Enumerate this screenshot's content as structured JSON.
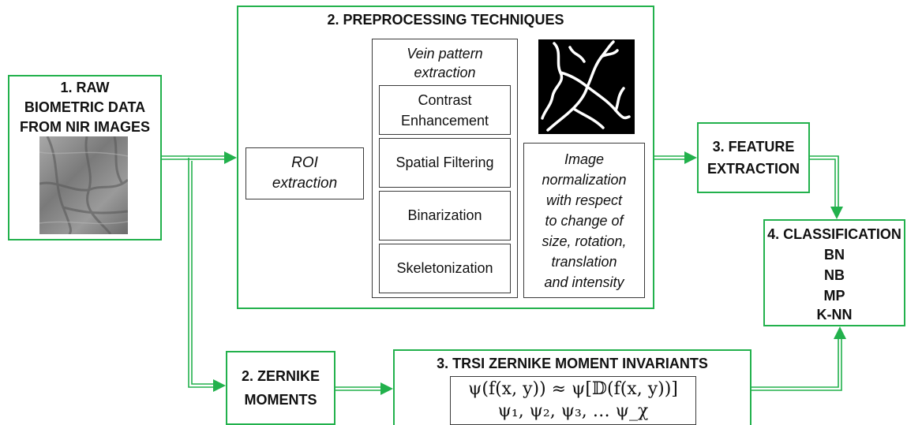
{
  "raw": {
    "title": "1. RAW\nBIOMETRIC DATA\nFROM NIR IMAGES"
  },
  "preprocessing": {
    "title": "2. PREPROCESSING TECHNIQUES",
    "roi": "ROI\nextraction",
    "vein_title": "Vein pattern\nextraction",
    "steps": [
      "Contrast\nEnhancement",
      "Spatial Filtering",
      "Binarization",
      "Skeletonization"
    ],
    "normalization": "Image\nnormalization\nwith respect\nto change of\nsize, rotation,\ntranslation\nand intensity"
  },
  "feature": {
    "title": "3. FEATURE\nEXTRACTION"
  },
  "classification": {
    "title": "4. CLASSIFICATION",
    "methods": [
      "BN",
      "NB",
      "MP",
      "K-NN"
    ]
  },
  "zernike": {
    "title": "2. ZERNIKE\nMOMENTS"
  },
  "trsi": {
    "title": "3. TRSI ZERNIKE MOMENT INVARIANTS",
    "equation_line1": "ψ(f(x, y)) ≈ ψ[𝔻(f(x, y))]",
    "equation_line2": "ψ₁, ψ₂, ψ₃, … ψ_χ"
  },
  "colors": {
    "box_border": "#22b14c",
    "arrow": "#22b14c",
    "text": "#111111"
  }
}
